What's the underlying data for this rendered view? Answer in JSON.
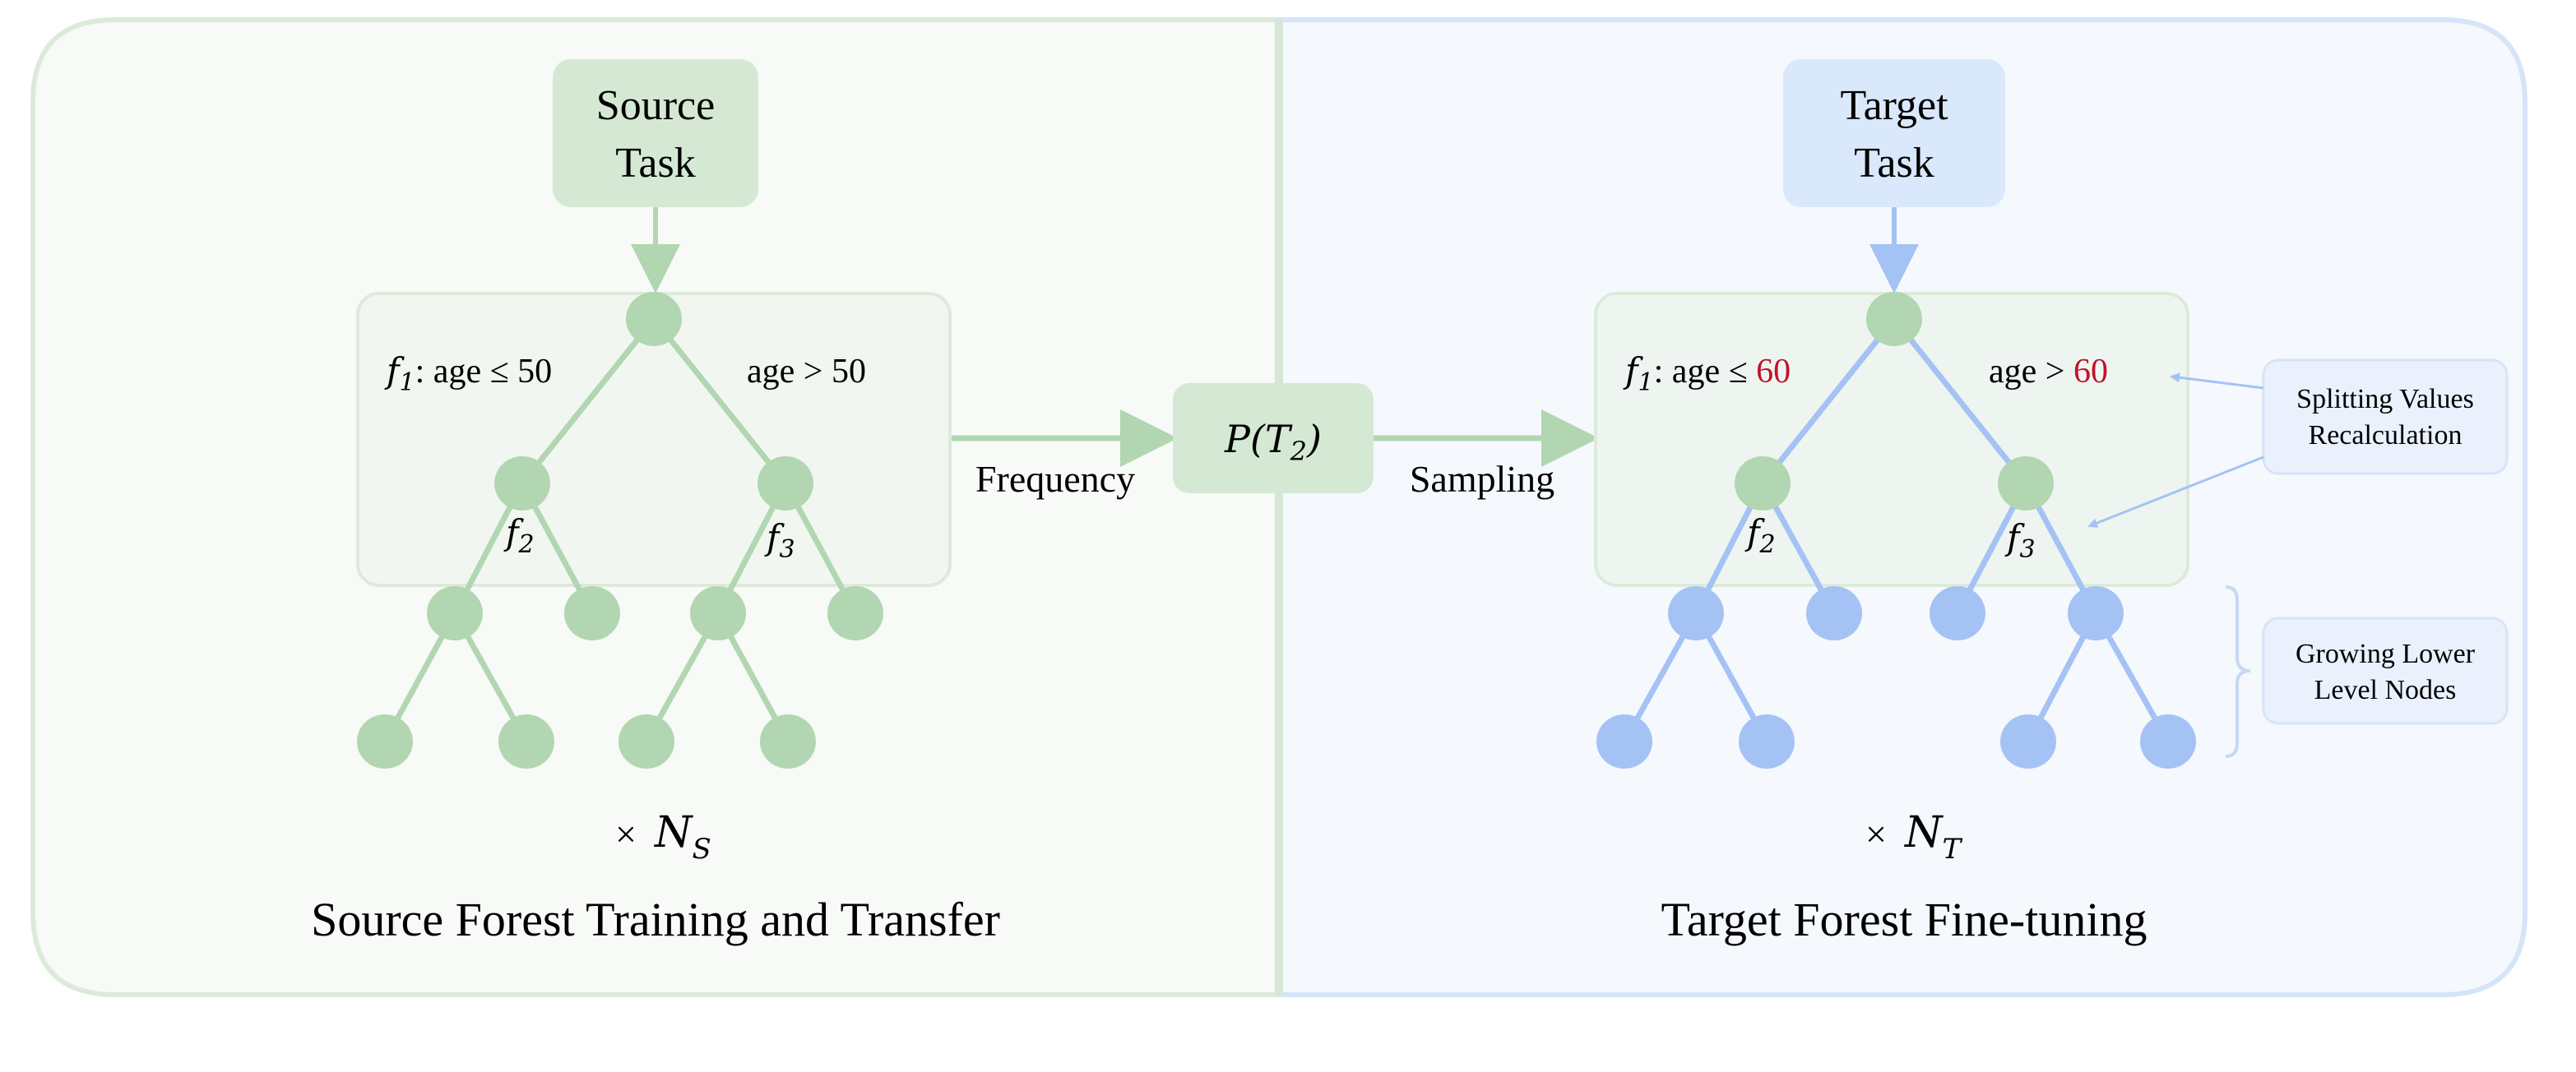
{
  "colors": {
    "green_node": "#b1d6b1",
    "green_line": "#b1d6b1",
    "green_panel_bg": "#f7faf6",
    "green_panel_border": "#dcebd9",
    "green_box": "#d5e8d4",
    "blue_node": "#a4c2f4",
    "blue_line": "#a4c2f4",
    "blue_panel_bg": "#f5f8fd",
    "blue_panel_border": "#d6e4f7",
    "blue_box": "#dae8fc",
    "red_value": "#c0132c",
    "text": "#000000"
  },
  "left": {
    "task_line1": "Source",
    "task_line2": "Task",
    "split_left_var": "f",
    "split_left_sub": "1",
    "split_left_text": ": age ≤ 50",
    "split_right_text": "age > 50",
    "f2_var": "f",
    "f2_sub": "2",
    "f3_var": "f",
    "f3_sub": "3",
    "multiplier_sign": "×",
    "multiplier_var": "N",
    "multiplier_sub": "S",
    "caption": "Source Forest Training and Transfer"
  },
  "center": {
    "prob_open": "P(",
    "prob_var": "T",
    "prob_sub": "2",
    "prob_close": ")",
    "left_label": "Frequency",
    "right_label": "Sampling"
  },
  "right": {
    "task_line1": "Target",
    "task_line2": "Task",
    "split_left_var": "f",
    "split_left_sub": "1",
    "split_left_text": ": age ≤ ",
    "split_left_value": "60",
    "split_right_text": "age > ",
    "split_right_value": "60",
    "f2_var": "f",
    "f2_sub": "2",
    "f3_var": "f",
    "f3_sub": "3",
    "multiplier_sign": "×",
    "multiplier_var": "N",
    "multiplier_sub": "T",
    "caption": "Target Forest Fine-tuning",
    "note1_line1": "Splitting Values",
    "note1_line2": "Recalculation",
    "note2_line1": "Growing Lower",
    "note2_line2": "Level Nodes"
  }
}
